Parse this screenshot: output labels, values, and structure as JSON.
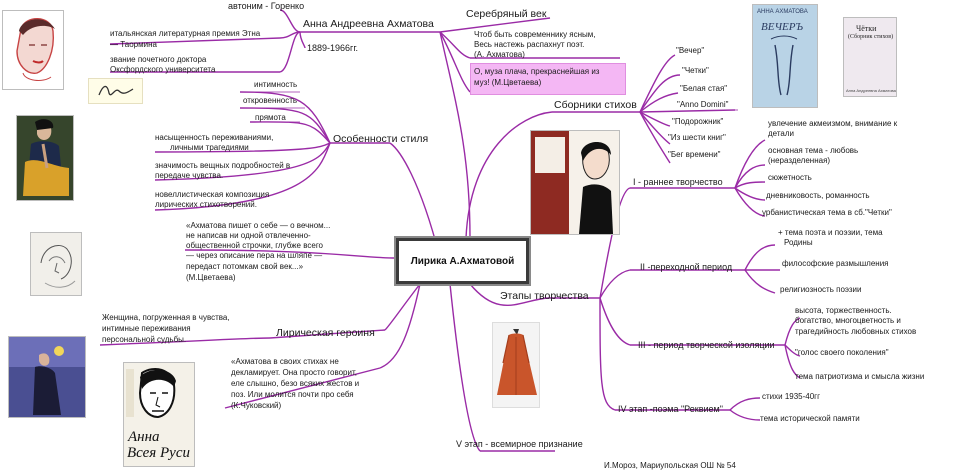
{
  "center_title": "Лирика А.Ахматовой",
  "author": {
    "name": "Анна Андреевна  Ахматова",
    "years": "1889-1966гг.",
    "pseudonym": "автоним - Горенко",
    "prize": [
      "итальянская литературная премия Этна",
      "— Таормина"
    ],
    "doctor": [
      "звание почетного доктора",
      "Оксфордского университета"
    ]
  },
  "silver_age": {
    "label": "Серебряный век",
    "quote1": [
      "Чтоб быть современнику ясным,",
      "Весь настежь распахнут поэт.",
      "(А. Ахматова)"
    ],
    "quote2": [
      "О, муза плача, прекраснейшая из",
      "муз! (М.Цветаева)"
    ]
  },
  "collections": {
    "label": "Сборники стихов",
    "items": [
      "\"Вечер\"",
      "\"Четки\"",
      "\"Белая стая\"",
      "\"Anno Domini\"",
      "\"Подорожник\"",
      "\"Из шести книг\"",
      "\"Бег времени\""
    ]
  },
  "style": {
    "label": "Особенности стиля",
    "items": [
      "интимность",
      "откровенность",
      "прямота",
      "насыщенность  переживаниями,",
      "личными трагедиями",
      "значимость вещных подробностей в",
      "передаче чувства.",
      "новеллистическая композиция",
      "лирических стихотворений."
    ]
  },
  "tsvetaeva_quote": [
    "«Ахматова пишет о себе — о вечном...",
    "не написав ни одной отвлеченно-",
    "общественной строчки, глубже всего",
    "— через описание пера на шляпе —",
    "передаст потомкам свой век...»",
    "(М.Цветаева)"
  ],
  "heroine": {
    "label": "Лирическая героиня",
    "text": [
      "Женщина, погруженная в чувства,",
      "интимные переживания",
      "персональной судьбы."
    ]
  },
  "chukovsky_quote": [
    "«Ахматова в своих стихах не",
    "декламирует. Она просто говорит,",
    "еле слышно, безо всяких жестов и",
    "поз. Или молится почти про себя",
    "(К.Чуковский)"
  ],
  "stages": {
    "label": "Этапы творчества",
    "s1": {
      "label": "I - раннее творчество",
      "items": [
        "увлечение акмеизмом, внимание к",
        "детали",
        "основная тема - любовь",
        "(неразделенная)",
        "сюжетность",
        "дневниковость, романность",
        "урбанистическая тема в сб.\"Четки\""
      ]
    },
    "s2": {
      "label": "II -переходной период",
      "items": [
        "+ тема поэта и поэзии, тема",
        "Родины",
        "философские размышления",
        "религиозность поэзии"
      ]
    },
    "s3": {
      "label": "III - период творческой изоляции",
      "items": [
        "высота, торжественность.",
        "богатство, многоцветность и",
        "трагедийность любовных стихов",
        "\"голос своего поколения\"",
        "тема патриотизма и смысла жизни"
      ]
    },
    "s4": {
      "label": "IV этап -поэма \"Реквием\"",
      "items": [
        "стихи 1935-40гг",
        "тема исторической памяти"
      ]
    },
    "s5": {
      "label": "V этап - всемирное признание"
    }
  },
  "credit": "И.Мороз, Мариупольская ОШ № 54",
  "book_covers": {
    "vecher_author": "АННА АХМАТОВА",
    "vecher_title": "ВЕЧЕРЪ",
    "chetki_title": "Чётки",
    "chetki_sub": "(Сборник стихов)",
    "chetki_author": "Анна Андреевна Ахматова",
    "vseya_line1": "Анна",
    "vseya_line2": "Всея Руси"
  },
  "colors": {
    "branch": "#9a2ba6",
    "highlight": "#f4b7f4"
  }
}
